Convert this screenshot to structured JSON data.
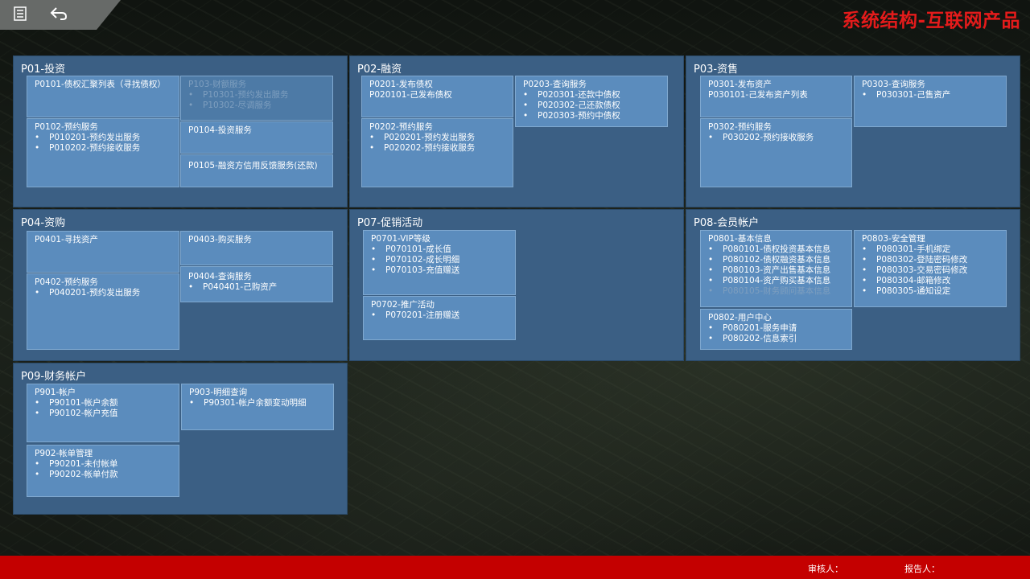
{
  "title": "系统结构-互联网产品",
  "toolbar": {
    "doc_icon": "doc-icon",
    "back_icon": "back-arrow-icon"
  },
  "footer": {
    "reviewer": "审核人：",
    "reporter": "报告人："
  },
  "sections": {
    "p01": {
      "title": "P01-投资",
      "c1": {
        "title": "P0101-债权汇聚列表（寻找债权）"
      },
      "c2": {
        "title": "P0102-预约服务",
        "items": [
          "P010201-预约发出服务",
          "P010202-预约接收服务"
        ]
      },
      "c3": {
        "title": "P103-财额服务",
        "items": [
          "P10301-预约发出服务",
          "P10302-尽调服务"
        ]
      },
      "c4": {
        "title": "P0104-投资服务"
      },
      "c5": {
        "title": "P0105-融资方信用反馈服务(还款)"
      }
    },
    "p02": {
      "title": "P02-融资",
      "c1": {
        "title": "P0201-发布债权",
        "sub": "P020101-己发布债权"
      },
      "c2": {
        "title": "P0202-预约服务",
        "items": [
          "P020201-预约发出服务",
          "P020202-预约接收服务"
        ]
      },
      "c3": {
        "title": "P0203-查询服务",
        "items": [
          "P020301-还款中债权",
          "P020302-己还款债权",
          "P020303-预约中债权"
        ]
      }
    },
    "p03": {
      "title": "P03-资售",
      "c1": {
        "title": "P0301-发布资产",
        "sub": "P030101-己发布资产列表"
      },
      "c2": {
        "title": "P0302-预约服务",
        "items": [
          "P030202-预约接收服务"
        ]
      },
      "c3": {
        "title": "P0303-查询服务",
        "items": [
          "P030301-己售资产"
        ]
      }
    },
    "p04": {
      "title": "P04-资购",
      "c1": {
        "title": "P0401-寻找资产"
      },
      "c2": {
        "title": "P0402-预约服务",
        "items": [
          "P040201-预约发出服务"
        ]
      },
      "c3": {
        "title": "P0403-购买服务"
      },
      "c4": {
        "title": "P0404-查询服务",
        "items": [
          "P040401-己购资产"
        ]
      }
    },
    "p07": {
      "title": "P07-促销活动",
      "c1": {
        "title": "P0701-VIP等级",
        "items": [
          "P070101-成长值",
          "P070102-成长明细",
          "P070103-充值赠送"
        ]
      },
      "c2": {
        "title": "P0702-推广活动",
        "items": [
          "P070201-注册赠送"
        ]
      }
    },
    "p08": {
      "title": "P08-会员帐户",
      "c1": {
        "title": "P0801-基本信息",
        "items": [
          "P080101-债权投资基本信息",
          "P080102-债权融资基本信息",
          "P080103-资产出售基本信息",
          "P080104-资产购买基本信息",
          "P080105-财务顾问基本信息"
        ]
      },
      "c2": {
        "title": "P0802-用户中心",
        "items": [
          "P080201-服务申请",
          "P080202-信息索引"
        ]
      },
      "c3": {
        "title": "P0803-安全管理",
        "items": [
          "P080301-手机绑定",
          "P080302-登陆密码修改",
          "P080303-交易密码修改",
          "P080304-邮箱修改",
          "P080305-通知设定"
        ]
      }
    },
    "p09": {
      "title": "P09-财务帐户",
      "c1": {
        "title": "P901-帐户",
        "items": [
          "P90101-帐户余额",
          "P90102-帐户充值"
        ]
      },
      "c2": {
        "title": "P902-帐单管理",
        "items": [
          "P90201-未付帐单",
          "P90202-帐单付款"
        ]
      },
      "c3": {
        "title": "P903-明细查询",
        "items": [
          "P90301-帐户余额变动明细"
        ]
      }
    }
  }
}
